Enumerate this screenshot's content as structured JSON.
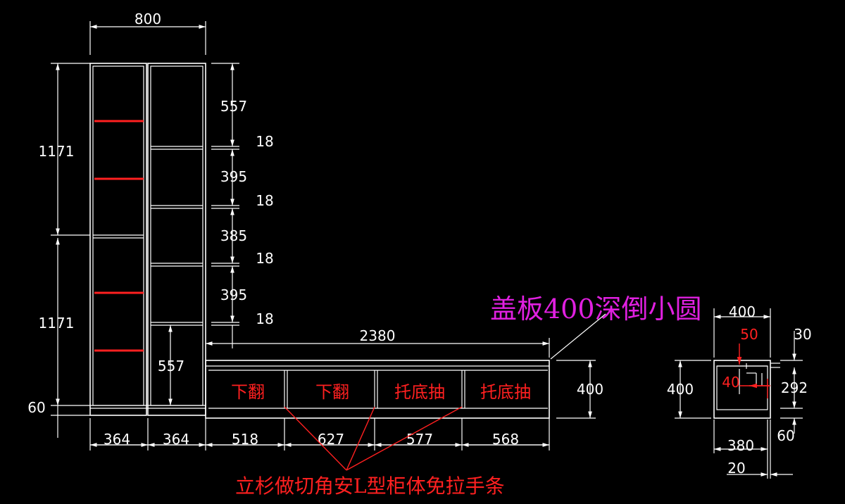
{
  "colors": {
    "background": "#000000",
    "lines": "#ffffff",
    "red_annotation": "#ff2020",
    "magenta_annotation": "#e020e0"
  },
  "dimensions": {
    "top_width": "800",
    "left_upper": "1171",
    "left_lower": "1171",
    "base_left": "60",
    "right_col": [
      "557",
      "18",
      "395",
      "18",
      "385",
      "18",
      "395",
      "18"
    ],
    "inner_bottom": "557",
    "bottom": [
      "364",
      "364",
      "518",
      "627",
      "577",
      "568"
    ],
    "tv_length": "2380",
    "tv_height": "400",
    "section": {
      "width_top": "400",
      "d50": "50",
      "d30": "30",
      "height": "400",
      "d40": "40",
      "d292": "292",
      "d60": "60",
      "d380": "380",
      "d20": "20"
    }
  },
  "drawers": [
    "下翻",
    "下翻",
    "托底抽",
    "托底抽"
  ],
  "notes": {
    "top_board": "盖板400深倒小圆",
    "bottom": "立杉做切角安L型柜体免拉手条"
  }
}
